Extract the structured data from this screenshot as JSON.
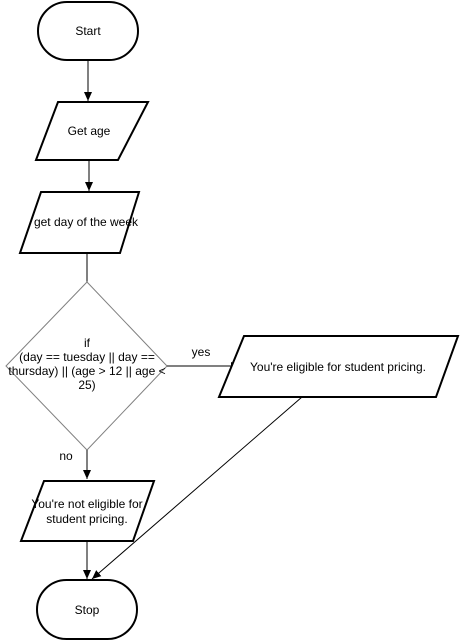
{
  "nodes": {
    "start": {
      "label": "Start"
    },
    "get_age": {
      "label": "Get age"
    },
    "get_day": {
      "label": "get day of the week"
    },
    "decision": {
      "line1": "if",
      "line2": "(day == tuesday || day ==",
      "line3": "thursday) || (age > 12 || age <",
      "line4": "25)"
    },
    "eligible": {
      "label": "You're eligible for student pricing."
    },
    "not_eligible": {
      "line1": "You're not eligible for",
      "line2": "student pricing."
    },
    "stop": {
      "label": "Stop"
    }
  },
  "edges": {
    "yes_label": "yes",
    "no_label": "no"
  }
}
